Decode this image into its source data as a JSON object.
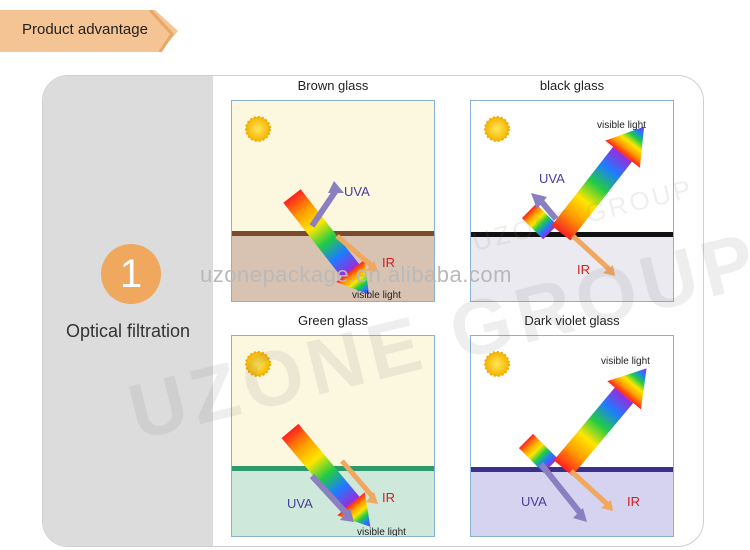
{
  "header": {
    "tag_label": "Product advantage",
    "tag_color": "#f4c494"
  },
  "section": {
    "number": "1",
    "title": "Optical filtration",
    "accent": "#f0a75e"
  },
  "panels": [
    {
      "title": "Brown glass",
      "bg": "#fbf8df",
      "below": "#d8c3b3",
      "line": "#7a4a2b",
      "labels": {
        "uva": "UVA",
        "ir": "IR",
        "visible": "visible light"
      }
    },
    {
      "title": "black glass",
      "bg": "#ffffff",
      "below": "#eaeaf0",
      "line": "#111111",
      "labels": {
        "uva": "UVA",
        "ir": "IR",
        "visible": "visible light"
      }
    },
    {
      "title": "Green glass",
      "bg": "#fbf8df",
      "below": "#cfe8dc",
      "line": "#2c9a6a",
      "labels": {
        "uva": "UVA",
        "ir": "IR",
        "visible": "visible light"
      }
    },
    {
      "title": "Dark violet glass",
      "bg": "#ffffff",
      "below": "#d5d3f0",
      "line": "#3a2f8a",
      "labels": {
        "uva": "UVA",
        "ir": "IR",
        "visible": "visible light"
      }
    }
  ],
  "watermarks": {
    "site": "uzonepackage.en.alibaba.com",
    "brand": "UZONE GROUP",
    "brand_small": "UZONE GROUP"
  }
}
